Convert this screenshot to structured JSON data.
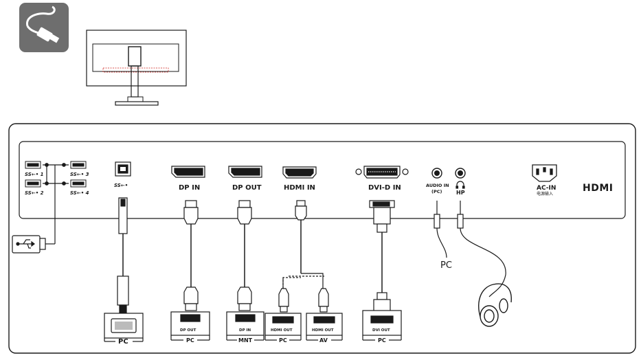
{
  "usb_ports": [
    {
      "label": "SS←• 1"
    },
    {
      "label": "SS←• 2"
    },
    {
      "label": "SS←• 3"
    },
    {
      "label": "SS←• 4"
    }
  ],
  "usb_upstream_label": "SS←•",
  "ports": {
    "dp_in": "DP IN",
    "dp_out": "DP OUT",
    "hdmi_in": "HDMI IN",
    "dvi_in": "DVI-D IN",
    "audio_in": "AUDIO IN",
    "audio_in_sub": "(PC)",
    "hp": "HP",
    "ac_in": "AC-IN",
    "ac_in_cn": "电源输入",
    "hdmi_logo": "HDMI"
  },
  "audio_pc_label": "PC",
  "devices": {
    "usb_pc": "PC",
    "dp_pc_port": "DP OUT",
    "dp_pc": "PC",
    "mnt_port": "DP IN",
    "mnt": "MNT",
    "hdmi_pc_port": "HDMI OUT",
    "hdmi_pc": "PC",
    "hdmi_av_port": "HDMI OUT",
    "hdmi_av": "AV",
    "dvi_pc_port": "DVI OUT",
    "dvi_pc": "PC"
  },
  "colors": {
    "line": "#1a1a1a",
    "icon_bg": "#6e6e6e",
    "accent_dashed": "#d9534f"
  },
  "icons": [
    "cable-icon",
    "monitor-icon",
    "usb-icon",
    "headphones-icon"
  ]
}
